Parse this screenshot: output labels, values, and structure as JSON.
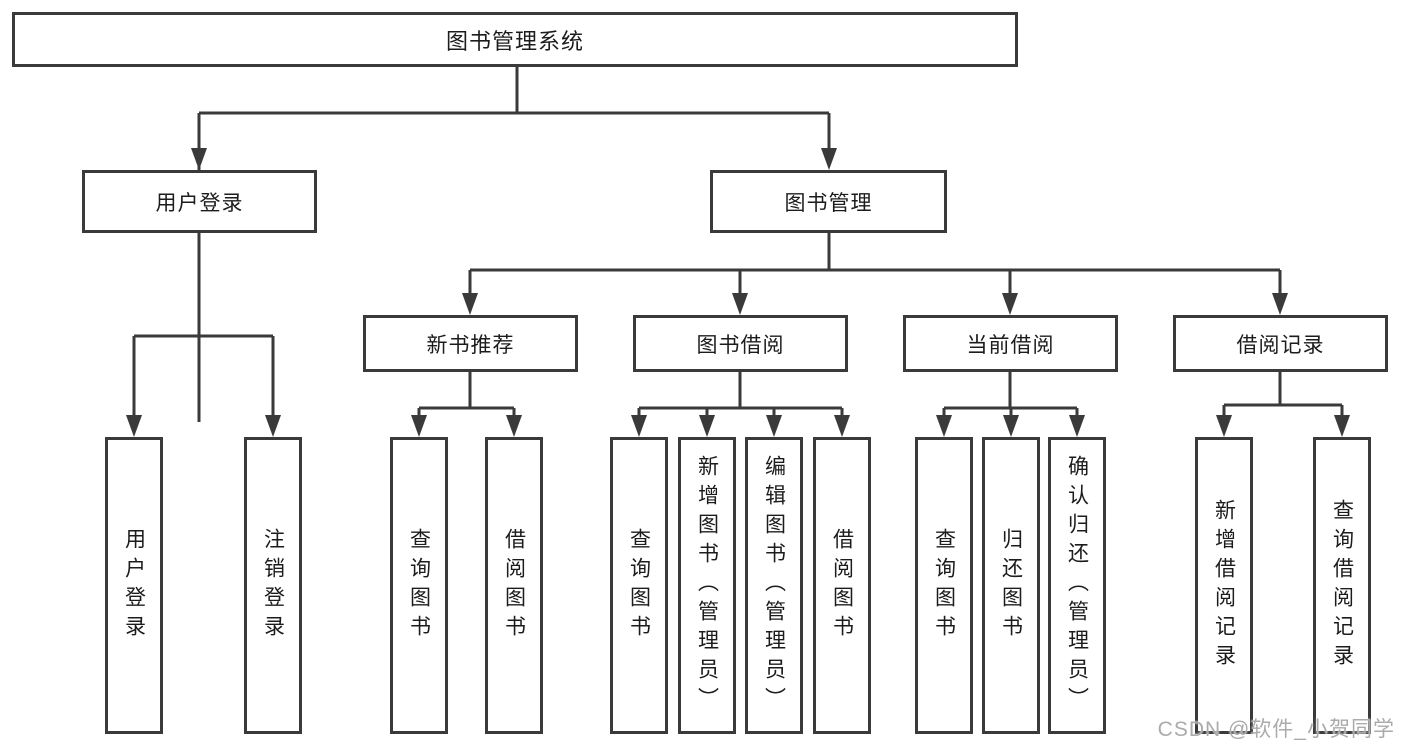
{
  "diagram": {
    "type": "hierarchy-tree",
    "colors": {
      "line": "#3a3a3a",
      "box_border": "#3a3a3a",
      "text": "#1c1c1c",
      "background": "#ffffff",
      "watermark": "#ababab"
    }
  },
  "tree": {
    "label": "图书管理系统",
    "children": [
      {
        "label": "用户登录",
        "children": [
          {
            "label": "用户登录"
          },
          {
            "label": "注销登录"
          }
        ]
      },
      {
        "label": "图书管理",
        "children": [
          {
            "label": "新书推荐",
            "children": [
              {
                "label": "查询图书"
              },
              {
                "label": "借阅图书"
              }
            ]
          },
          {
            "label": "图书借阅",
            "children": [
              {
                "label": "查询图书"
              },
              {
                "label": "新增图书（管理员）"
              },
              {
                "label": "编辑图书（管理员）"
              },
              {
                "label": "借阅图书"
              }
            ]
          },
          {
            "label": "当前借阅",
            "children": [
              {
                "label": "查询图书"
              },
              {
                "label": "归还图书"
              },
              {
                "label": "确认归还（管理员）"
              }
            ]
          },
          {
            "label": "借阅记录",
            "children": [
              {
                "label": "新增借阅记录"
              },
              {
                "label": "查询借阅记录"
              }
            ]
          }
        ]
      }
    ]
  },
  "watermark": {
    "text": "CSDN @软件_小贺同学"
  }
}
